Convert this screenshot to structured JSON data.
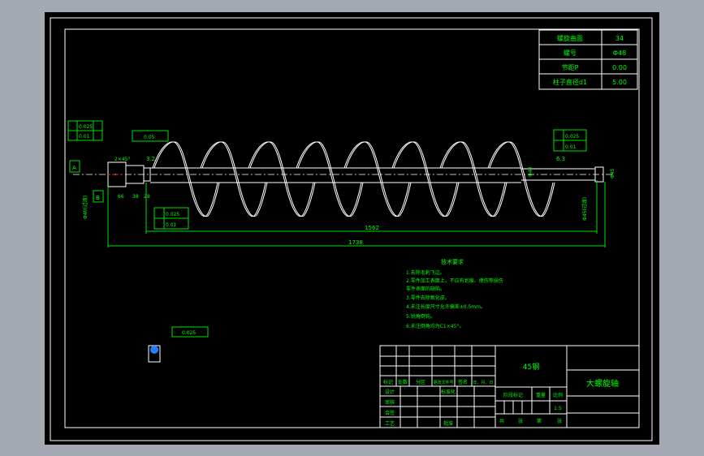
{
  "param_table": [
    {
      "label": "螺旋曲面",
      "value": "34"
    },
    {
      "label": "螺号",
      "value": "Φ48"
    },
    {
      "label": "节距P",
      "value": "0.00"
    },
    {
      "label": "柱子直径d1",
      "value": "5.00"
    }
  ],
  "dimensions": {
    "d1": "1562",
    "d2": "1738",
    "left_tol1": "0.025",
    "left_tol2": "0.01",
    "left_tol3": "0.05",
    "right_tol1": "0.025",
    "right_tol2": "0.01",
    "rough": "3.2",
    "rough2": "6.3",
    "section_tol": "0.025",
    "lbl_a": "A",
    "lbl_b": "B",
    "c1": "66",
    "c2": "38",
    "c3": "28",
    "c4": "Φ48",
    "c5": "Φ45",
    "c6": "Φ40(过渡)",
    "c7": "Φ45(过渡)",
    "c8": "2×45°"
  },
  "tech": {
    "title": "技术要求",
    "lines": [
      "1.去除毛刺飞边。",
      "2.零件加工表面上，不应有划痕、擦伤等损伤",
      "零件表面的缺陷。",
      "3.零件去除氧化皮。",
      "4.未注长度尺寸允许偏差±0.5mm。",
      "5.锐角倒钝。",
      "6.未注倒角均为C1×45°。"
    ]
  },
  "title_block": {
    "material": "45钢",
    "part_name": "大螺旋轴",
    "headers": [
      "标记",
      "处数",
      "分区",
      "更改文件号",
      "签名",
      "年、月、日"
    ],
    "design": "设计",
    "standard": "标准化",
    "review": "审核",
    "check": "会签",
    "process": "工艺",
    "approve": "批准",
    "stage": "阶段标记",
    "weight": "重量",
    "scale_label": "比例",
    "scale": "1:5",
    "sheets": [
      "共",
      "张",
      "第",
      "张"
    ]
  }
}
